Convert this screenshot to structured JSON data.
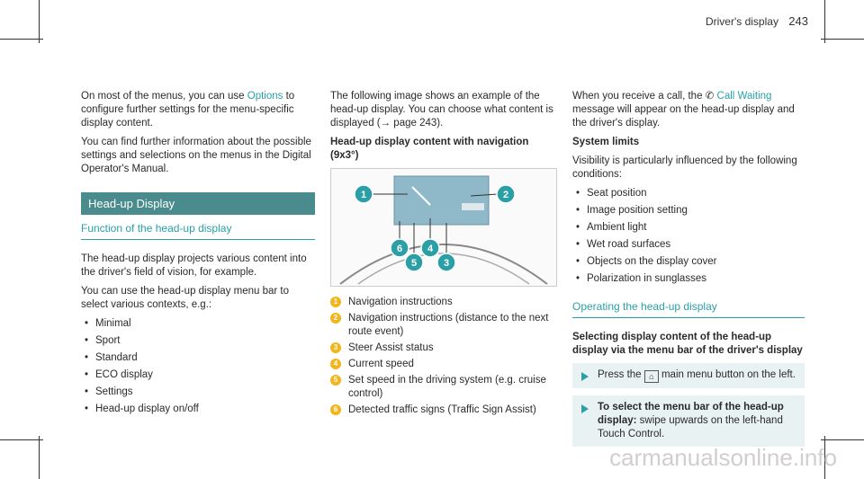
{
  "header": {
    "section": "Driver's display",
    "page": "243"
  },
  "col1": {
    "p1_pre": "On most of the menus, you can use ",
    "p1_link": "Options",
    "p1_post": " to configure further settings for the menu-specific display content.",
    "p2": "You can find further information about the possible settings and selections on the menus in the Digital Operator's Manual.",
    "section_title": "Head-up Display",
    "subsection_title": "Function of the head-up display",
    "p3": "The head-up display projects various content into the driver's field of vision, for example.",
    "p4": "You can use the head-up display menu bar to select various contexts, e.g.:",
    "items": [
      "Minimal",
      "Sport",
      "Standard",
      "ECO display",
      "Settings",
      "Head-up display on/off"
    ]
  },
  "col2": {
    "p1": "The following image shows an example of the head-up display. You can choose what content is displayed (→ page 243).",
    "figure_title": "Head-up display content with navigation (9x3°)",
    "callouts": [
      "1",
      "2",
      "3",
      "4",
      "5",
      "6"
    ],
    "legend": [
      "Navigation instructions",
      "Navigation instructions (distance to the next route event)",
      "Steer Assist status",
      "Current speed",
      "Set speed in the driving system (e.g. cruise control)",
      "Detected traffic signs (Traffic Sign Assist)"
    ]
  },
  "col3": {
    "p1_pre": "When you receive a call, the ",
    "p1_link": "Call Waiting",
    "p1_post": " message will appear on the head-up display and the driver's display.",
    "system_limits_title": "System limits",
    "p2": "Visibility is particularly influenced by the following conditions:",
    "items": [
      "Seat position",
      "Image position setting",
      "Ambient light",
      "Wet road surfaces",
      "Objects on the display cover",
      "Polarization in sunglasses"
    ],
    "subsection_title": "Operating the head-up display",
    "bold_title": "Selecting display content of the head-up display via the menu bar of the driver's display",
    "step1_pre": "Press the ",
    "step1_post": " main menu button on the left.",
    "step2_bold": "To select the menu bar of the head-up display:",
    "step2_text": " swipe upwards on the left-hand Touch Control."
  },
  "watermark": "carmanualsonline.info",
  "colors": {
    "accent": "#2aa0a6",
    "section_bar": "#4a8c8e",
    "callout": "#f2b51c"
  }
}
